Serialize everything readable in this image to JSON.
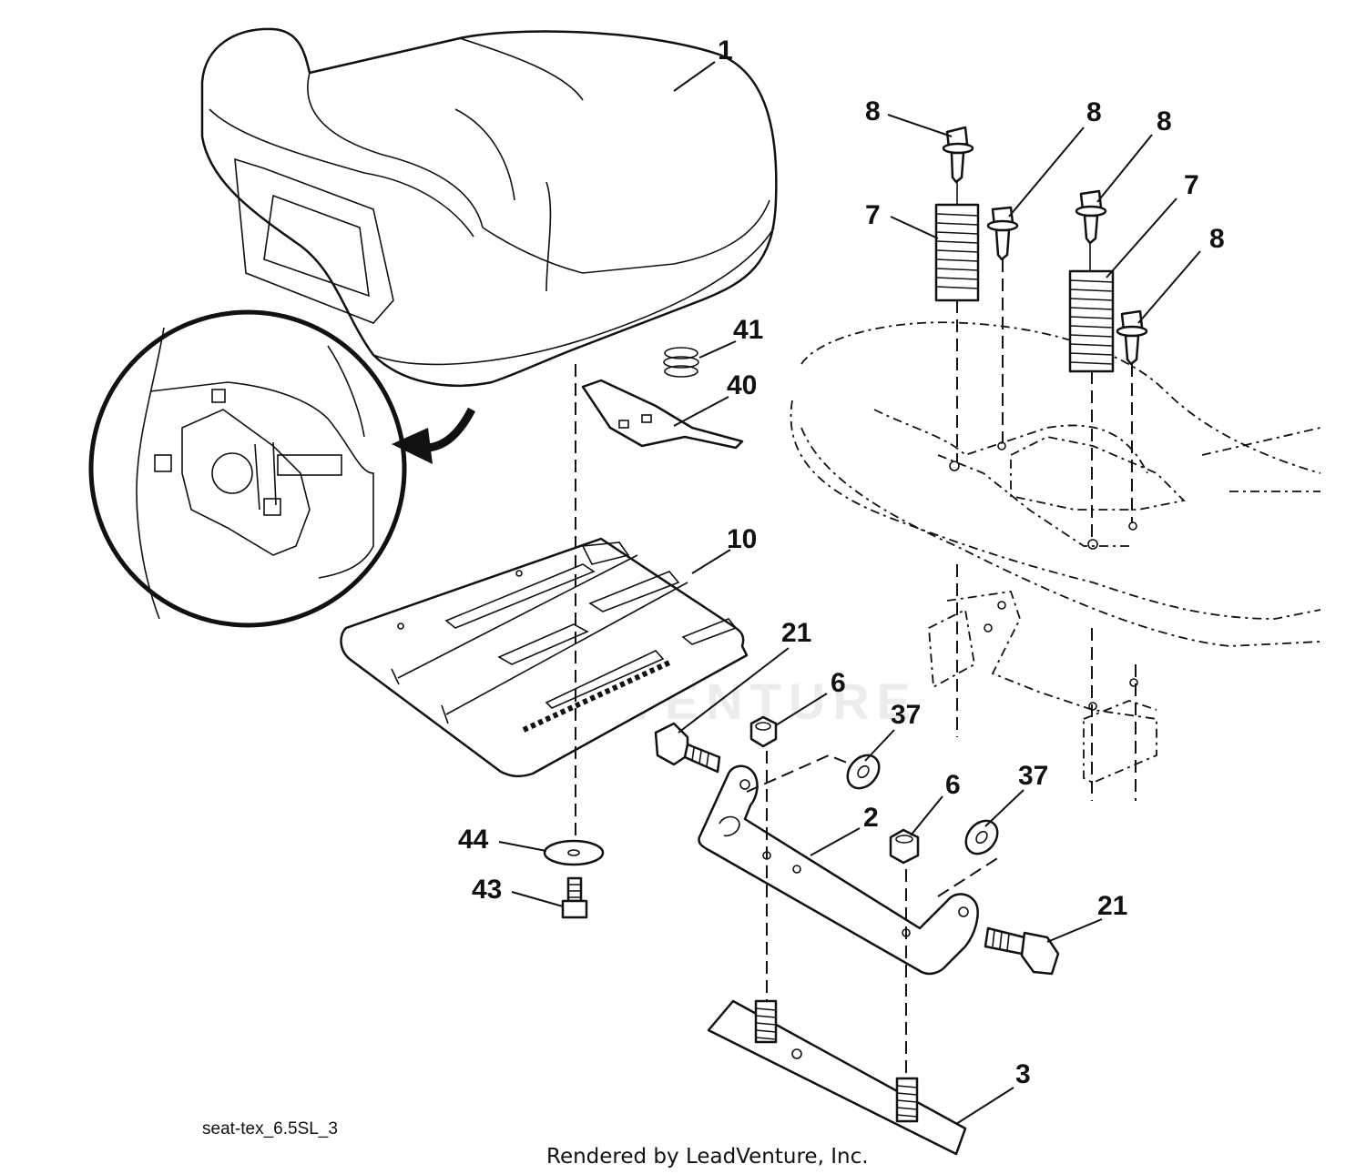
{
  "watermark": "LEADVENTURE",
  "diagram_code": "seat-tex_6.5SL_3",
  "rendered_by": "Rendered by LeadVenture, Inc.",
  "callouts": {
    "seat": "1",
    "pivot_bracket": "2",
    "base_plate": "3",
    "nut_6a": "6",
    "nut_6b": "6",
    "spring_7a": "7",
    "spring_7b": "7",
    "bolt_8a": "8",
    "bolt_8b": "8",
    "bolt_8c": "8",
    "bolt_8d": "8",
    "seat_pan": "10",
    "shoulder_bolt_21a": "21",
    "shoulder_bolt_21b": "21",
    "washer_37a": "37",
    "washer_37b": "37",
    "clip_40": "40",
    "spring_41": "41",
    "screw_43": "43",
    "washer_44": "44"
  }
}
